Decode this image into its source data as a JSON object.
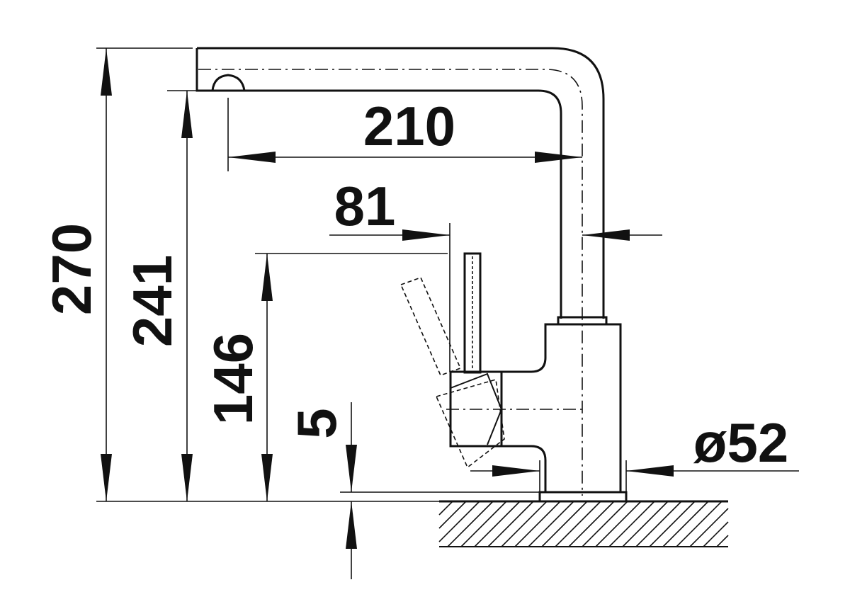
{
  "diagram": {
    "dimensions": {
      "overall_height": "270",
      "spout_outlet_height": "241",
      "lever_height": "146",
      "counter_thickness": "5",
      "spout_reach": "210",
      "lever_offset": "81",
      "base_diameter": "ø52"
    }
  }
}
